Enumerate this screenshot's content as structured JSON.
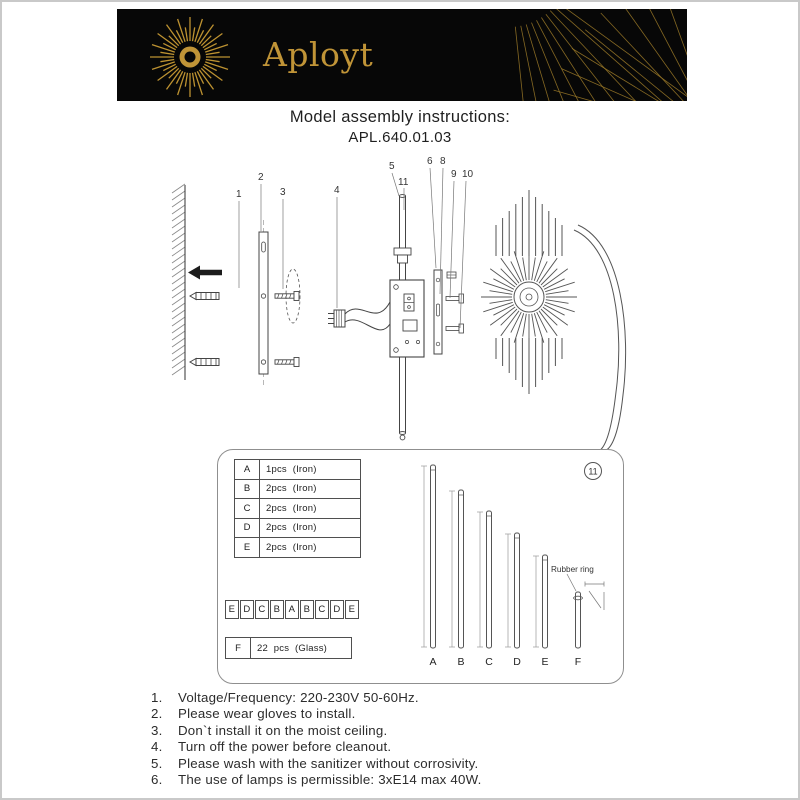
{
  "header": {
    "brand": "Aployt",
    "logo": "starburst-logo"
  },
  "title": "Model assembly instructions:",
  "model": "APL.640.01.03",
  "diagram": {
    "callouts": [
      "1",
      "2",
      "3",
      "4",
      "5",
      "11",
      "6",
      "8",
      "9",
      "10"
    ]
  },
  "panel": {
    "parts_table": [
      {
        "label": "A",
        "qty": "1pcs (Iron)"
      },
      {
        "label": "B",
        "qty": "2pcs (Iron)"
      },
      {
        "label": "C",
        "qty": "2pcs (Iron)"
      },
      {
        "label": "D",
        "qty": "2pcs (Iron)"
      },
      {
        "label": "E",
        "qty": "2pcs (Iron)"
      }
    ],
    "sequence": [
      "E",
      "D",
      "C",
      "B",
      "A",
      "B",
      "C",
      "D",
      "E"
    ],
    "glass_row": {
      "label": "F",
      "qty": "22 pcs (Glass)"
    },
    "tube_labels": [
      "A",
      "B",
      "C",
      "D",
      "E",
      "F"
    ],
    "rubber_ring_label": "Rubber ring",
    "ref_number": "11"
  },
  "instructions": [
    {
      "num": "1.",
      "text": "Voltage/Frequency: 220-230V 50-60Hz."
    },
    {
      "num": "2.",
      "text": "Please wear gloves to install."
    },
    {
      "num": "3.",
      "text": "Don`t install it on the moist ceiling."
    },
    {
      "num": "4.",
      "text": "Turn off the power before cleanout."
    },
    {
      "num": "5.",
      "text": "Please wash with the sanitizer without corrosivity."
    },
    {
      "num": "6.",
      "text": "The use of lamps is permissible: 3xE14 max 40W."
    }
  ],
  "colors": {
    "gold": "#bd9231",
    "banner_bg": "#070707",
    "line": "#4a4a4a"
  }
}
